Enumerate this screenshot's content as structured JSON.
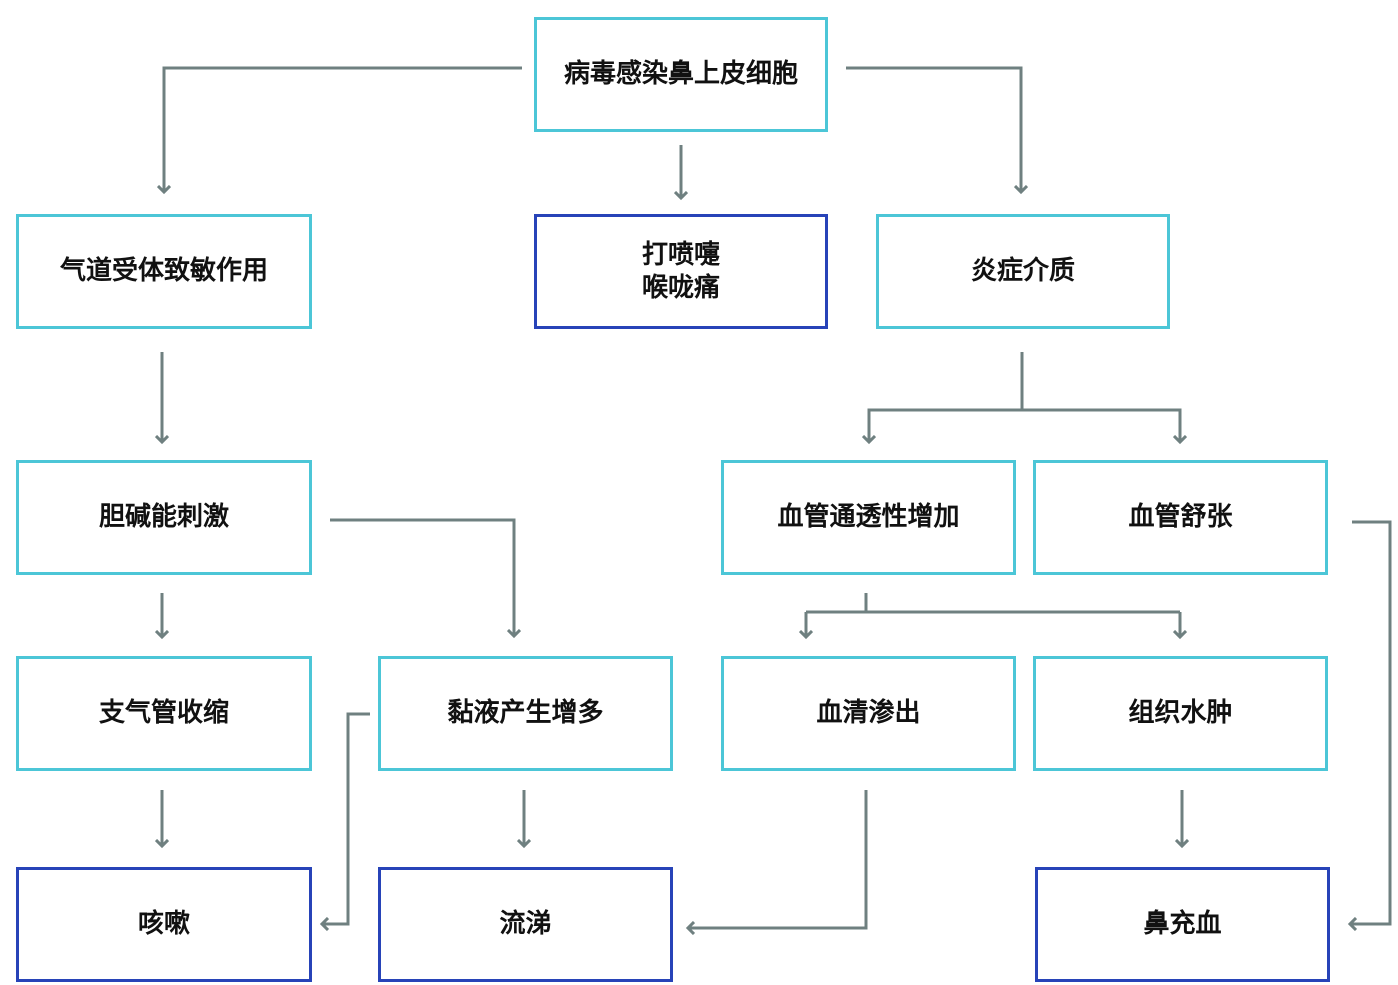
{
  "diagram": {
    "nodes": {
      "infection": "病毒感染鼻上皮细胞",
      "airway": "气道受体致敏作用",
      "sneeze": "打喷嚏\n喉咙痛",
      "inflammation": "炎症介质",
      "cholinergic": "胆碱能刺激",
      "vascular_perm": "血管通透性增加",
      "vasodilation": "血管舒张",
      "bronchoconstriction": "支气管收缩",
      "mucus": "黏液产生增多",
      "serum": "血清渗出",
      "edema": "组织水肿",
      "cough": "咳嗽",
      "runny_nose": "流涕",
      "congestion": "鼻充血"
    },
    "colors": {
      "intermediate_border": "#4cc6d7",
      "outcome_border": "#2743b8",
      "connector": "#6f8080",
      "text": "#111111"
    }
  }
}
